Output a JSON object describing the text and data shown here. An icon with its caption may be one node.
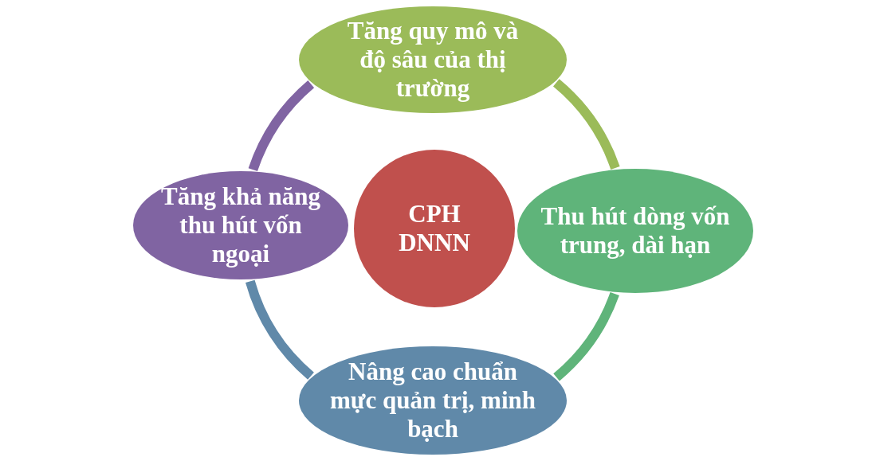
{
  "diagram": {
    "nodes": [
      {
        "text": [
          "Tăng quy mô và độ sâu của thị trường"
        ]
      },
      {
        "text": [
          "Tăng khả năng thu hút vốn ngoại"
        ]
      },
      {
        "text": [
          "CPH DNNN"
        ]
      },
      {
        "text": [
          "Thu hút dòng vốn trung, dài hạn"
        ]
      },
      {
        "text": [
          "Nâng cao chuẩn mực quản trị, minh bạch"
        ]
      }
    ],
    "edges": [
      {
        "from": 0,
        "to": 3,
        "arrow": "none",
        "color": "#9bbb59"
      },
      {
        "from": 3,
        "to": 4,
        "arrow": "none",
        "color": "#5fb47a"
      },
      {
        "from": 4,
        "to": 1,
        "arrow": "none",
        "color": "#6089a9"
      },
      {
        "from": 1,
        "to": 0,
        "arrow": "none",
        "color": "#8064a2"
      }
    ]
  }
}
